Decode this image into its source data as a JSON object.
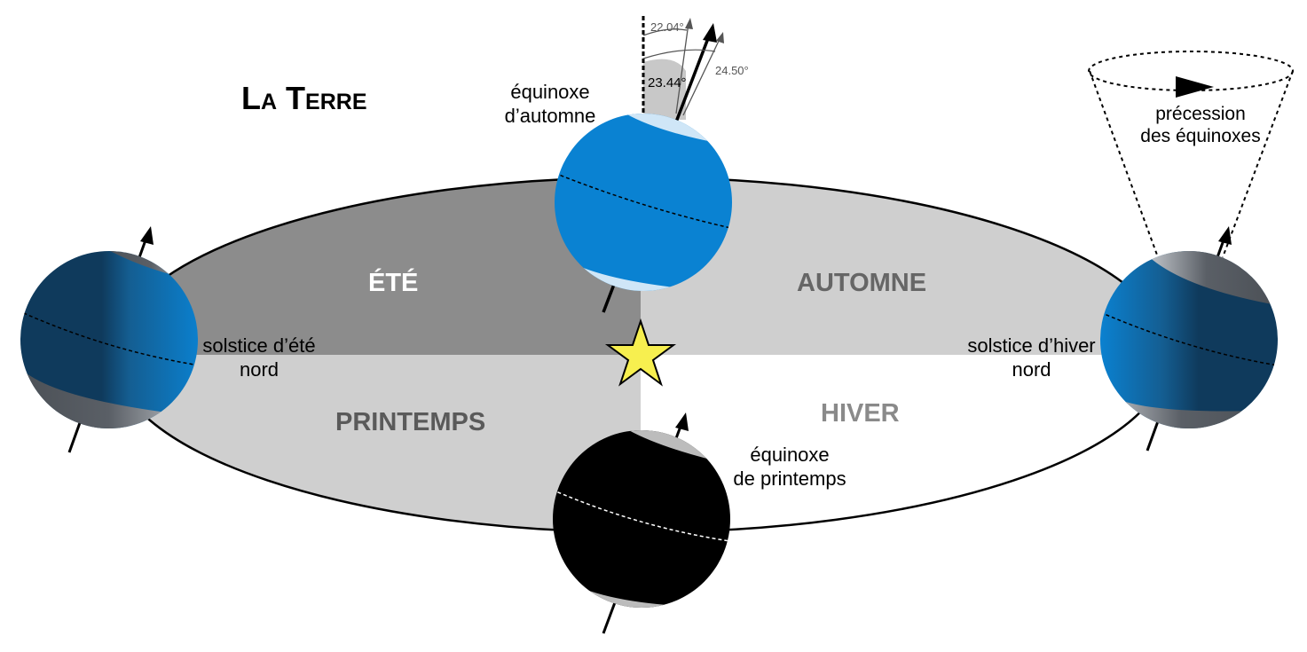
{
  "title": {
    "main": "La Terre"
  },
  "seasons": {
    "summer": "ÉTÉ",
    "autumn": "AUTOMNE",
    "spring": "PRINTEMPS",
    "winter": "HIVER"
  },
  "positions": {
    "autumn_equinox": [
      "équinoxe",
      "d’automne"
    ],
    "summer_solstice": [
      "solstice d’été",
      "nord"
    ],
    "winter_solstice": [
      "solstice d’hiver",
      "nord"
    ],
    "spring_equinox": [
      "équinoxe",
      "de printemps"
    ]
  },
  "precession": [
    "précession",
    "des équinoxes"
  ],
  "angles": {
    "min": "22.04°",
    "current": "23.44°",
    "max": "24.50°"
  },
  "colors": {
    "summer_quadrant": "#8c8c8c",
    "autumn_quadrant": "#cfcfcf",
    "spring_quadrant": "#cfcfcf",
    "winter_quadrant": "#ffffff",
    "ocean_blue": "#0a82d2",
    "night_dark": "#0d3a5a",
    "sun_star": "#f7ef4f",
    "spring_season_text": "#5a5a5a",
    "winter_season_text": "#8a8a8a"
  }
}
